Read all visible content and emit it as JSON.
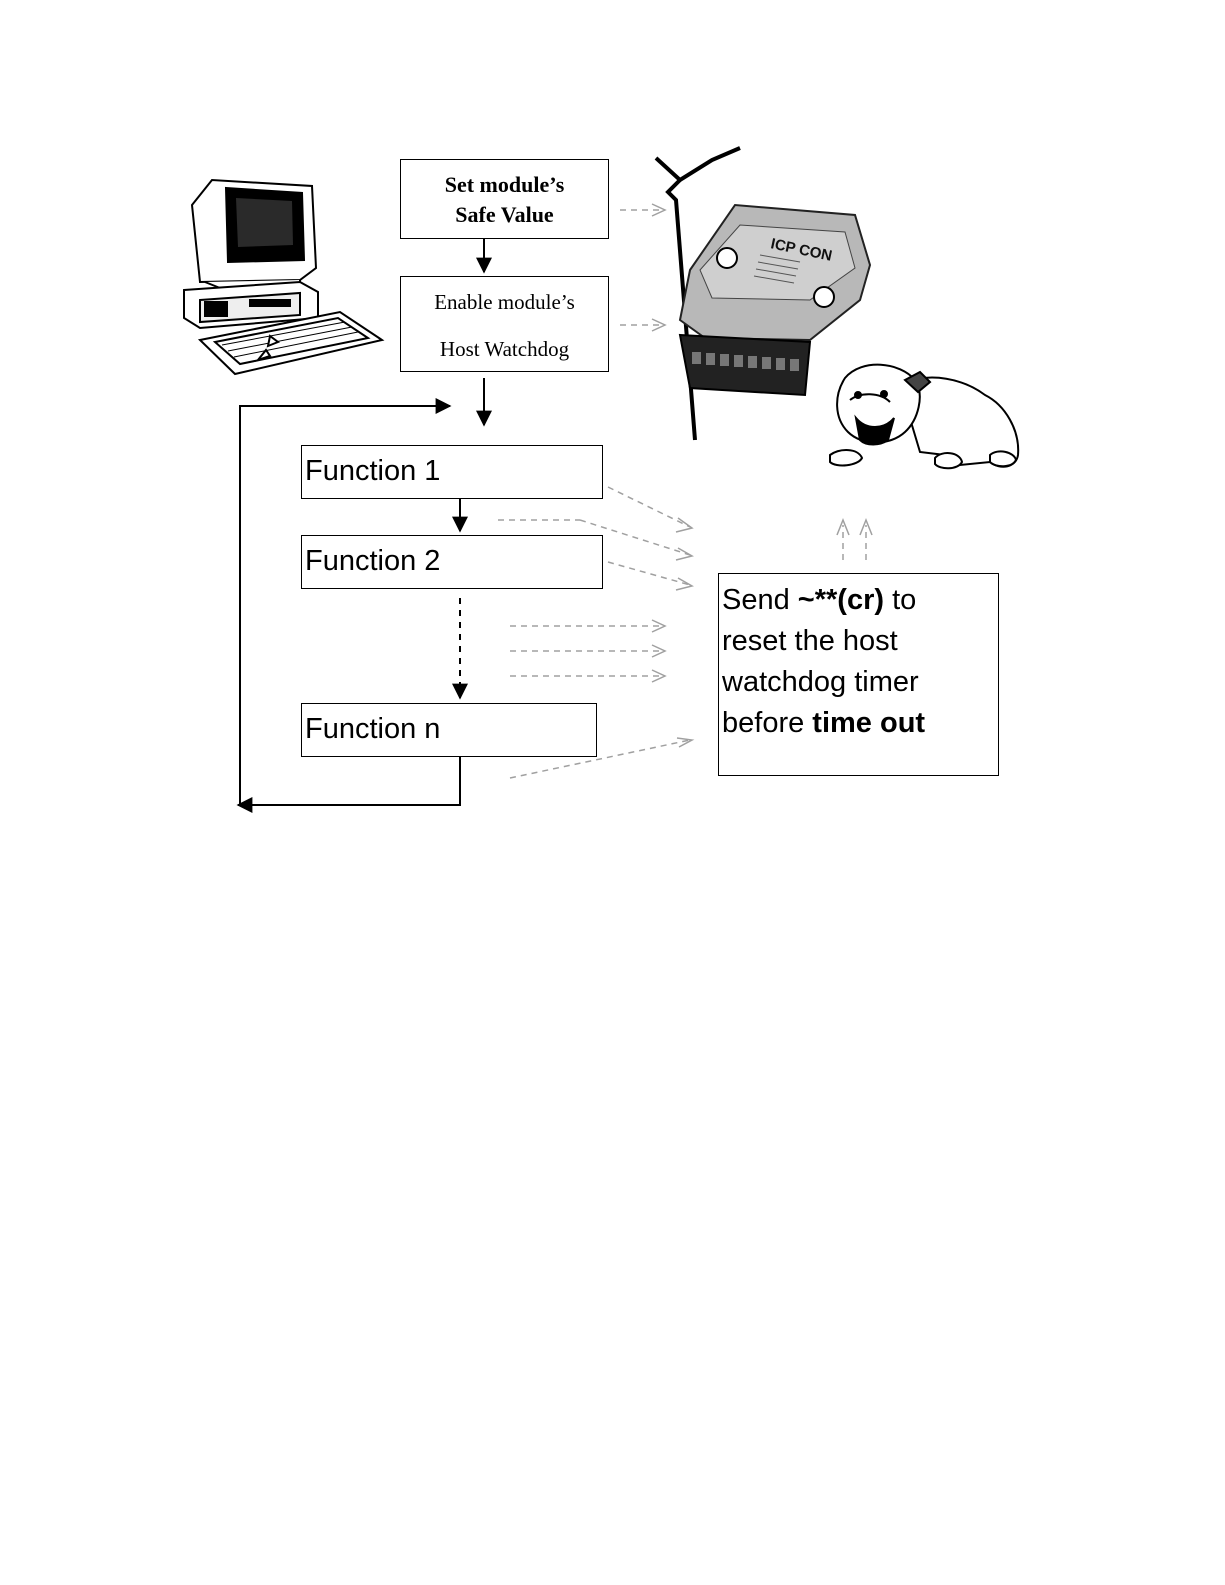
{
  "steps": {
    "safe_value": {
      "line1": "Set module’s",
      "line2": "Safe Value"
    },
    "host_watchdog": {
      "line1": "Enable module’s",
      "line2": "Host Watchdog"
    }
  },
  "functions": {
    "f1": "Function 1",
    "f2": "Function 2",
    "fn": "Function n"
  },
  "send_note": {
    "l1_a": "Send ",
    "l1_b": "~**(cr)",
    "l1_c": " to",
    "l2": "reset the host",
    "l3": "watchdog timer",
    "l4_a": "before ",
    "l4_b": "time out"
  },
  "module_device": {
    "brand": "ICP CON"
  },
  "colors": {
    "line": "#000000",
    "dashed_signal": "#a0a0a0",
    "module_body": "#b8b8b8"
  }
}
